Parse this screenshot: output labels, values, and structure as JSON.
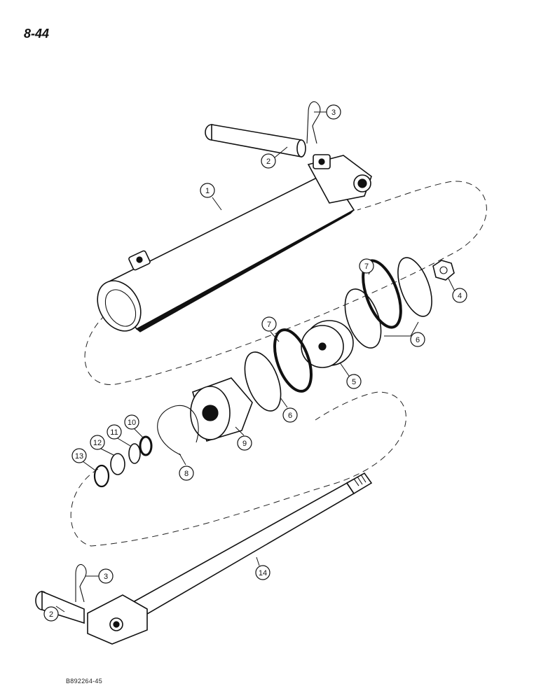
{
  "page": {
    "number": "8-44",
    "ref_code": "B892264-45"
  },
  "callouts": [
    {
      "id": "c1",
      "label": "1"
    },
    {
      "id": "c2-top",
      "label": "2"
    },
    {
      "id": "c3-top",
      "label": "3"
    },
    {
      "id": "c4",
      "label": "4"
    },
    {
      "id": "c5",
      "label": "5"
    },
    {
      "id": "c6-right",
      "label": "6"
    },
    {
      "id": "c6-mid",
      "label": "6"
    },
    {
      "id": "c7-right",
      "label": "7"
    },
    {
      "id": "c7-mid",
      "label": "7"
    },
    {
      "id": "c8",
      "label": "8"
    },
    {
      "id": "c9",
      "label": "9"
    },
    {
      "id": "c10",
      "label": "10"
    },
    {
      "id": "c11",
      "label": "11"
    },
    {
      "id": "c12",
      "label": "12"
    },
    {
      "id": "c13",
      "label": "13"
    },
    {
      "id": "c14",
      "label": "14"
    },
    {
      "id": "c3-bottom",
      "label": "3"
    },
    {
      "id": "c2-bottom",
      "label": "2"
    }
  ]
}
